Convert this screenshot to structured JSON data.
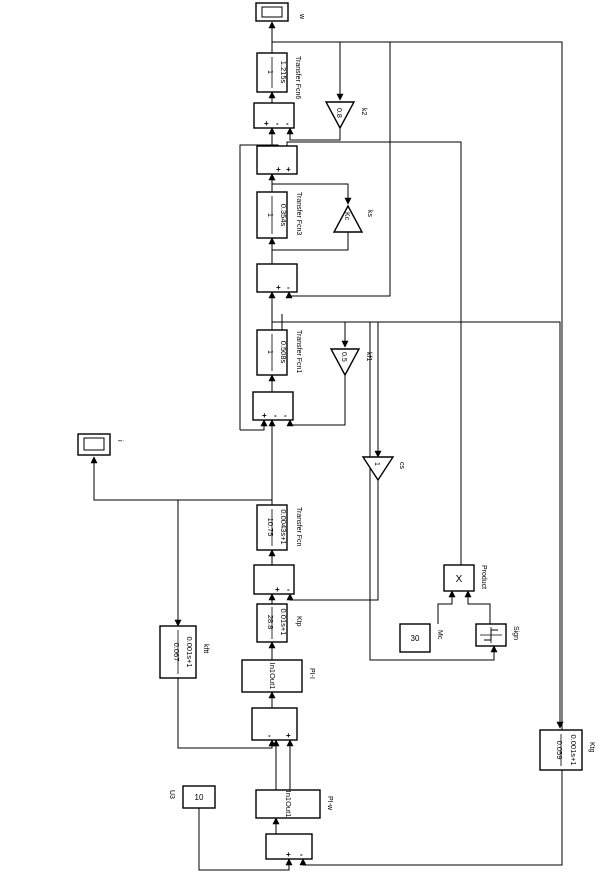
{
  "diagram": {
    "blocks": [
      {
        "id": "scope-w",
        "type": "scope",
        "label": "w"
      },
      {
        "id": "tf6",
        "type": "transfer_fcn",
        "num": "1",
        "den": "1.215s",
        "label": "Transfer Fcn6"
      },
      {
        "id": "sum-top",
        "type": "sum",
        "ports": [
          "+",
          "-",
          "-"
        ]
      },
      {
        "id": "gain-k2",
        "type": "gain",
        "value": "0.8",
        "label": "k2"
      },
      {
        "id": "sum-2",
        "type": "sum",
        "ports": [
          "+",
          "+"
        ]
      },
      {
        "id": "tf3",
        "type": "transfer_fcn",
        "num": "1",
        "den": "0.354s",
        "label": "Transfer Fcn3"
      },
      {
        "id": "gain-ks",
        "type": "gain",
        "value": "Kc",
        "label": "ks"
      },
      {
        "id": "sum-3",
        "type": "sum",
        "ports": [
          "+",
          "-"
        ]
      },
      {
        "id": "tf1",
        "type": "transfer_fcn",
        "num": "1",
        "den": "0.508s",
        "label": "Transfer Fcn1"
      },
      {
        "id": "gain-k1",
        "type": "gain",
        "value": "0.5",
        "label": "kf1"
      },
      {
        "id": "sum-4",
        "type": "sum",
        "ports": [
          "+",
          "-",
          "-"
        ]
      },
      {
        "id": "gain-cs",
        "type": "gain",
        "value": "1",
        "label": "cs"
      },
      {
        "id": "scope-i",
        "type": "scope",
        "label": "i"
      },
      {
        "id": "tfcn",
        "type": "transfer_fcn",
        "num": "10.75",
        "den": "0.0043s+1",
        "label": "Transfer Fcn"
      },
      {
        "id": "sum-5",
        "type": "sum",
        "ports": [
          "+",
          "-"
        ]
      },
      {
        "id": "ktp",
        "type": "transfer_fcn",
        "num": "28.8",
        "den": "0.01s+1",
        "label": "Ktp"
      },
      {
        "id": "product",
        "type": "product",
        "symbol": "X",
        "label": "Product"
      },
      {
        "id": "mc",
        "type": "constant",
        "value": "30",
        "label": "Mc"
      },
      {
        "id": "sign",
        "type": "sign",
        "label": "Sign"
      },
      {
        "id": "kftt",
        "type": "transfer_fcn",
        "num": "0.067",
        "den": "0.001s+1",
        "label": "kftt"
      },
      {
        "id": "pi-i",
        "type": "subsystem",
        "text": "In1Out1",
        "label": "PI-I"
      },
      {
        "id": "sum-6",
        "type": "sum",
        "ports": [
          "-",
          "+"
        ]
      },
      {
        "id": "u3",
        "type": "constant",
        "value": "10",
        "label": "U3"
      },
      {
        "id": "pi-w",
        "type": "subsystem",
        "text": "In1Out1",
        "label": "PI-w"
      },
      {
        "id": "sum-7",
        "type": "sum",
        "ports": [
          "+",
          "-"
        ]
      },
      {
        "id": "ktg",
        "type": "transfer_fcn",
        "num": "0.059",
        "den": "0.001s+1",
        "label": "Ktg"
      }
    ]
  }
}
